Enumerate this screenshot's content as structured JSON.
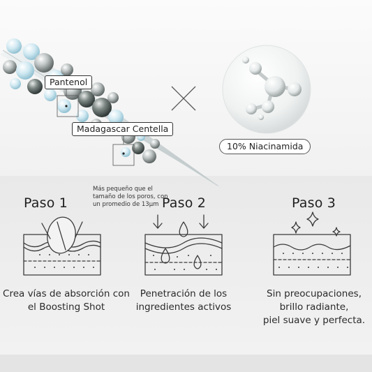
{
  "ingredients": {
    "panthenol": "Pantenol",
    "centella": "Madagascar Centella",
    "niacinamide": "10% Niacinamida"
  },
  "steps": [
    {
      "title": "Paso 1",
      "note": "Más pequeño que el tamaño de los poros, con un promedio de 13µm",
      "caption_lines": [
        "Crea vías de absorción con",
        "el Boosting Shot"
      ]
    },
    {
      "title": "Paso 2",
      "caption_lines": [
        "Penetración de los",
        "ingredientes activos"
      ]
    },
    {
      "title": "Paso 3",
      "caption_lines": [
        "Sin preocupaciones,",
        "brillo radiante,",
        "piel suave y perfecta."
      ]
    }
  ],
  "icons": {
    "multiply": "multiply-cross-icon",
    "molecule": "molecule-icon",
    "needle": "spicule-needle-icon",
    "sparkle": "sparkle-icon",
    "arrow": "down-arrow-icon",
    "drop": "droplet-icon"
  },
  "colors": {
    "accent_blue": "#bfe0ec",
    "line": "#3a3a3a"
  }
}
